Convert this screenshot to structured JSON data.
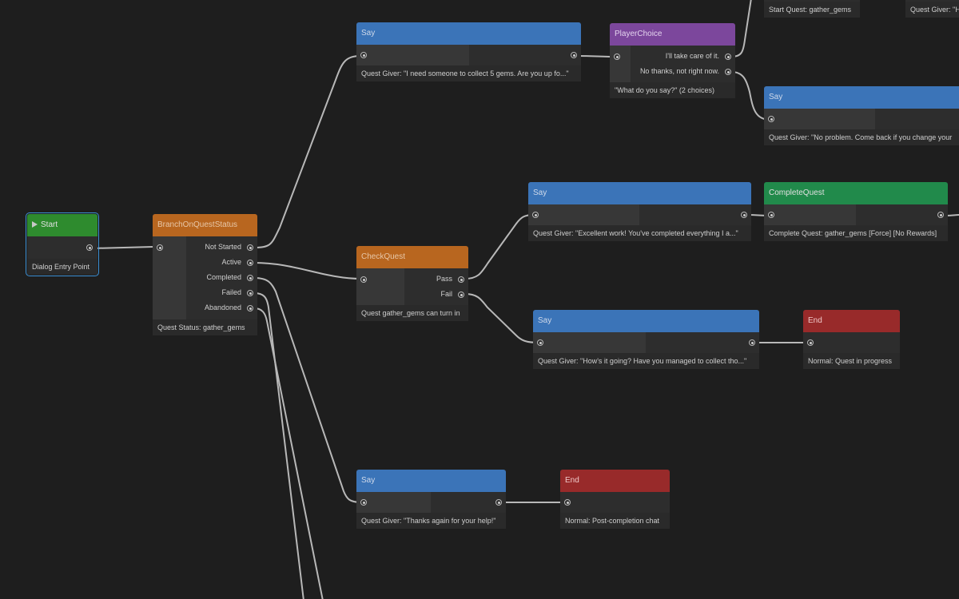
{
  "nodes": {
    "start": {
      "title": "Start",
      "footer": "Dialog Entry Point"
    },
    "branch": {
      "title": "BranchOnQuestStatus",
      "outputs": [
        "Not Started",
        "Active",
        "Completed",
        "Failed",
        "Abandoned"
      ],
      "footer": "Quest Status: gather_gems"
    },
    "say_offer": {
      "title": "Say",
      "footer": "Quest Giver: \"I need someone to collect 5 gems. Are you up fo...\""
    },
    "player_choice": {
      "title": "PlayerChoice",
      "outputs": [
        "I'll take care of it.",
        "No thanks, not right now."
      ],
      "footer": "\"What do you say?\" (2 choices)"
    },
    "start_quest": {
      "footer": "Start Quest: gather_gems"
    },
    "say_partial": {
      "footer": "Quest Giver: \"H"
    },
    "say_decline": {
      "title": "Say",
      "footer": "Quest Giver: \"No problem. Come back if you change your"
    },
    "check_quest": {
      "title": "CheckQuest",
      "outputs": [
        "Pass",
        "Fail"
      ],
      "footer": "Quest gather_gems can turn in"
    },
    "say_excellent": {
      "title": "Say",
      "footer": "Quest Giver: \"Excellent work! You've completed everything I a...\""
    },
    "complete_quest": {
      "title": "CompleteQuest",
      "footer": "Complete Quest: gather_gems [Force] [No Rewards]"
    },
    "say_progress": {
      "title": "Say",
      "footer": "Quest Giver: \"How's it going? Have you managed to collect tho...\""
    },
    "end_progress": {
      "title": "End",
      "footer": "Normal: Quest in progress"
    },
    "say_thanks": {
      "title": "Say",
      "footer": "Quest Giver: \"Thanks again for your help!\""
    },
    "end_post": {
      "title": "End",
      "footer": "Normal: Post-completion chat"
    }
  },
  "colors": {
    "start": "#2e8b2e",
    "branch": "#b8661f",
    "say": "#3b74b8",
    "choice": "#7c479c",
    "end": "#982a2a",
    "complete": "#218a4b",
    "selection": "#3c8fd3",
    "background": "#1e1e1e"
  }
}
